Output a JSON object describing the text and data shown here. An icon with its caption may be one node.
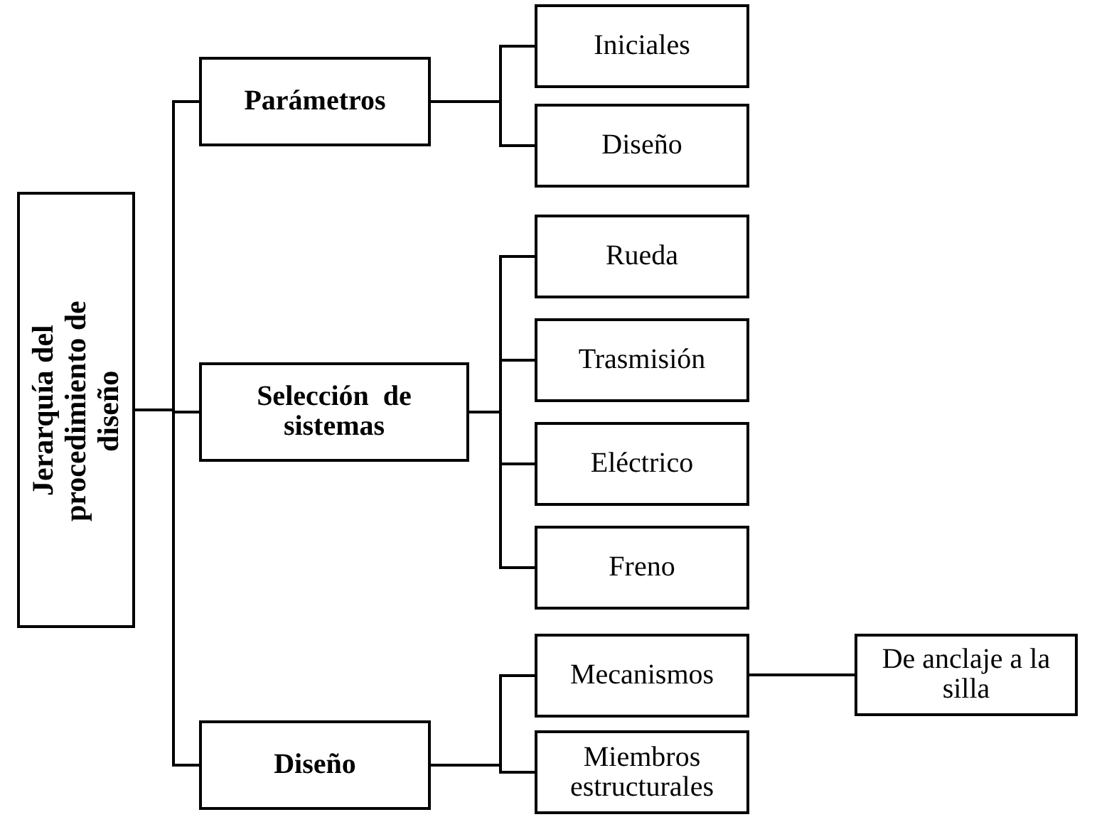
{
  "diagram": {
    "nodes": [
      {
        "text": [
          "Jerarquía del procedimiento de diseño"
        ]
      },
      {
        "text": [
          "Parámetros"
        ]
      },
      {
        "text": [
          "Iniciales"
        ]
      },
      {
        "text": [
          "Diseño"
        ]
      },
      {
        "text": [
          "Selección  de sistemas"
        ]
      },
      {
        "text": [
          "Rueda"
        ]
      },
      {
        "text": [
          "Trasmisión"
        ]
      },
      {
        "text": [
          "Eléctrico"
        ]
      },
      {
        "text": [
          "Freno"
        ]
      },
      {
        "text": [
          "Diseño"
        ]
      },
      {
        "text": [
          "Mecanismos"
        ]
      },
      {
        "text": [
          "Miembros estructurales"
        ]
      },
      {
        "text": [
          "De anclaje a la silla"
        ]
      }
    ],
    "edges": [
      {
        "from": 0,
        "to": 1,
        "arrow": "none"
      },
      {
        "from": 0,
        "to": 4,
        "arrow": "none"
      },
      {
        "from": 0,
        "to": 9,
        "arrow": "none"
      },
      {
        "from": 1,
        "to": 2,
        "arrow": "none"
      },
      {
        "from": 1,
        "to": 3,
        "arrow": "none"
      },
      {
        "from": 4,
        "to": 5,
        "arrow": "none"
      },
      {
        "from": 4,
        "to": 6,
        "arrow": "none"
      },
      {
        "from": 4,
        "to": 7,
        "arrow": "none"
      },
      {
        "from": 4,
        "to": 8,
        "arrow": "none"
      },
      {
        "from": 9,
        "to": 10,
        "arrow": "none"
      },
      {
        "from": 9,
        "to": 11,
        "arrow": "none"
      },
      {
        "from": 10,
        "to": 12,
        "arrow": "none"
      }
    ]
  }
}
